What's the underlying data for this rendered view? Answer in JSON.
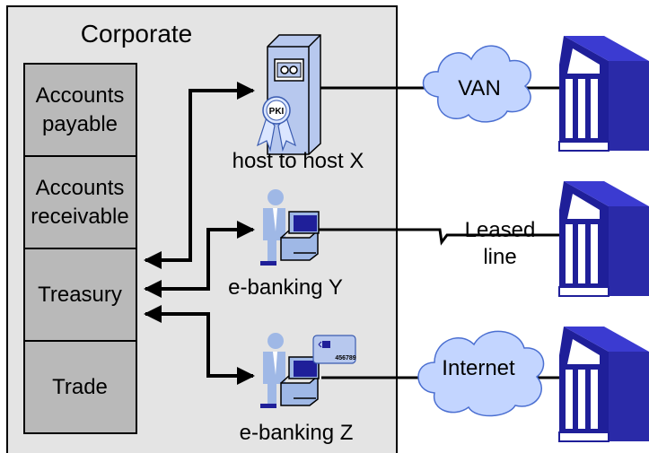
{
  "corporate": {
    "title": "Corporate",
    "departments": [
      "Accounts payable",
      "Accounts receivable",
      "Treasury",
      "Trade"
    ]
  },
  "channels": {
    "host": {
      "label": "host to host X",
      "badge": "PKI"
    },
    "ebank_y": {
      "label": "e-banking Y"
    },
    "ebank_z": {
      "label": "e-banking Z",
      "card_number": "456789"
    }
  },
  "networks": {
    "van": "VAN",
    "leased": "Leased line",
    "internet": "Internet"
  },
  "colors": {
    "corporate_bg": "#e4e4e4",
    "dept_fill": "#b9b9b9",
    "cloud": "#c3d5ff",
    "bank": "#1f1f99",
    "person": "#9fb8e6",
    "server": "#b7c8ee"
  }
}
